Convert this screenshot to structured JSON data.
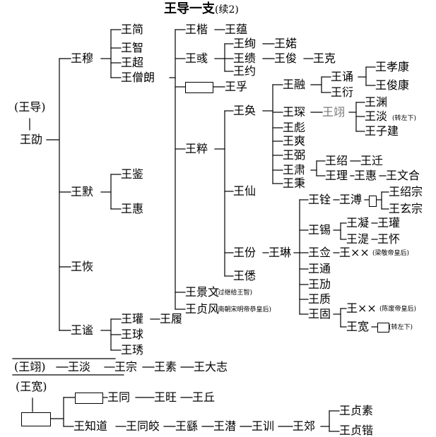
{
  "title": "王导一支",
  "title_note": "(续2)",
  "root": {
    "ancestor": "(王导)",
    "name": "王劭"
  },
  "sons": [
    "王穆",
    "王默",
    "王恢",
    "王谧"
  ],
  "mu_branch": [
    "王简",
    "王智",
    "王超",
    "王僧朗"
  ],
  "senglang_sons": [
    "王楷",
    "王彧",
    "王孚",
    "王粹",
    "王景文",
    "王贞风"
  ],
  "kai_son": "王蕴",
  "yu_sons": [
    "王绚",
    "王缋",
    "王约"
  ],
  "xuan_son": "王婼",
  "hui_son": "王俊",
  "jun_son": "王克",
  "jingwen_note": "过继给王智",
  "zhenfeng_note": "南朝宋明帝恭皇后",
  "cui_sons": [
    "王奂",
    "王仙",
    "王份",
    "王僁"
  ],
  "huan_sons": [
    "王融",
    "王琛",
    "王彪",
    "王爽",
    "王弼",
    "王肃",
    "王秉"
  ],
  "rong_sons": [
    "王诵",
    "王衍"
  ],
  "song_sons": [
    "王孝康",
    "王俊康"
  ],
  "chen_son": "王翊",
  "yi_sons": [
    "王渊",
    "王淡",
    "王子建"
  ],
  "dan_note": "转左下",
  "su_sons": [
    "王绍",
    "王理"
  ],
  "shao_son": "王迁",
  "li_son": "王惠",
  "li_grandson": "王文合",
  "fen_son": "王琳",
  "lin_sons": [
    "王铨",
    "王锡",
    "王佥",
    "王通",
    "王劢",
    "王质",
    "王固"
  ],
  "quan_son": "王溥",
  "pu_sons": [
    "王绍宗",
    "王玄宗"
  ],
  "xi_sons": [
    "王凝",
    "王湜"
  ],
  "ning_son": "王瓘",
  "shi_son": "王怀",
  "qian_son": "王××",
  "qian_son_note": "梁敬帝皇后",
  "gu_sons": [
    "王××",
    "王宽"
  ],
  "gu_son1_note": "陈废帝皇后",
  "kuan_note": "转左下",
  "mo_sons": [
    "王鉴",
    "王惠"
  ],
  "mi_sons": [
    "王瓘",
    "王球",
    "王琇"
  ],
  "guan_son": "王履",
  "continuation1": {
    "start": "(王翊)",
    "chain": [
      "王淡",
      "王宗",
      "王素",
      "王大志"
    ]
  },
  "continuation2": {
    "start": "(王宽)",
    "branch1": [
      "王同",
      "王旺",
      "王丘"
    ],
    "branch2": [
      "王知道",
      "王同皎",
      "王繇",
      "王潜",
      "王训",
      "王郊"
    ],
    "jiao_sons": [
      "王贞素",
      "王贞锴"
    ]
  }
}
